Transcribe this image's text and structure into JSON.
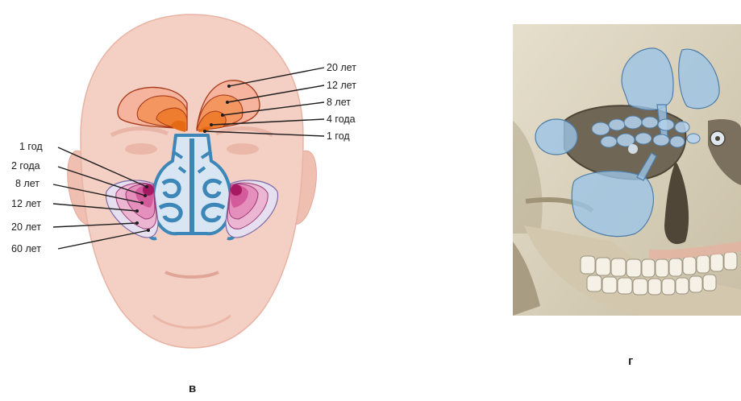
{
  "panel_v": {
    "letter": "в",
    "frontal_sinus_labels": [
      "20 лет",
      "12 лет",
      "8 лет",
      "4 года",
      "1 год"
    ],
    "maxillary_sinus_labels": [
      "1 год",
      "2 года",
      "8 лет",
      "12 лет",
      "20 лет",
      "60 лет"
    ]
  },
  "panel_g": {
    "letter": "г"
  },
  "colors": {
    "skin": "#f3c9bd",
    "frontal_sinus": "#f08a4a",
    "maxillary_sinus": "#d35a9b",
    "nasal_cavity": "#3c86b8",
    "sinus_overlay": "#9cc4e6",
    "bone": "#d8d0bd"
  }
}
